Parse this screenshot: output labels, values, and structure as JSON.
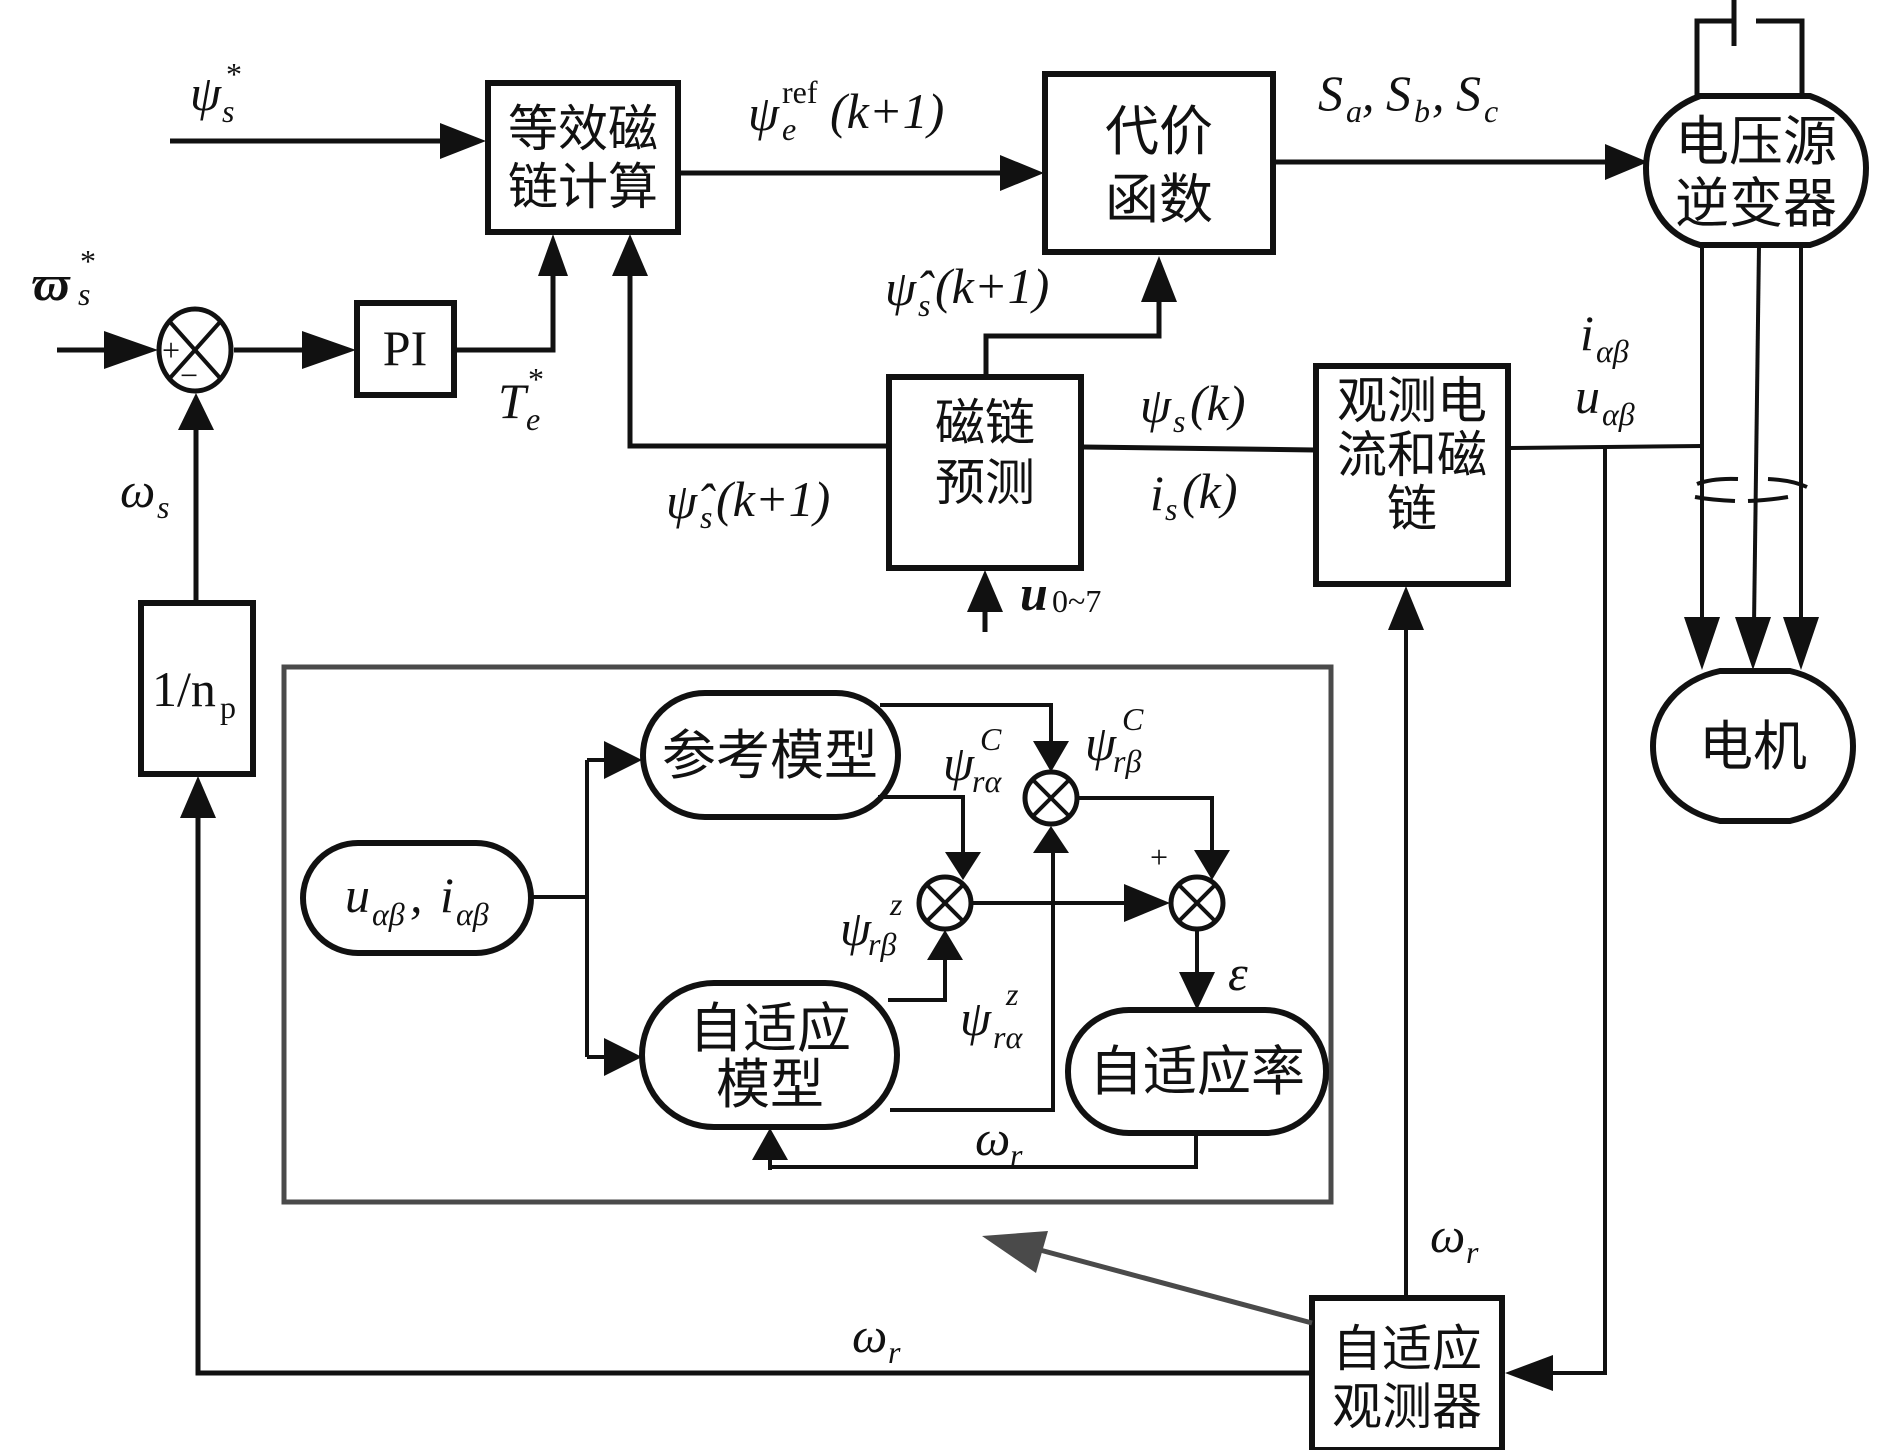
{
  "title": "Model predictive flux control with MRAS adaptive speed observer",
  "blocks": {
    "equiv_flux": [
      "等效磁",
      "链计算"
    ],
    "cost_function": [
      "代价",
      "函数"
    ],
    "inverter": [
      "电压源",
      "逆变器"
    ],
    "pi": "PI",
    "np": {
      "main": "1/n",
      "sub": "p"
    },
    "flux_predict": [
      "磁链",
      "预测"
    ],
    "observe_cur_flux": [
      "观测电",
      "流和磁",
      "链"
    ],
    "motor": "电机",
    "adaptive_observer": [
      "自适应",
      "观测器"
    ],
    "ref_model": "参考模型",
    "adaptive_model": [
      "自适应",
      "模型"
    ],
    "adaptive_law": "自适应率",
    "inputs_pill": {
      "u": "u",
      "u_sub": "αβ",
      "sep": ",",
      "i": "i",
      "i_sub": "αβ"
    }
  },
  "signals": {
    "psi_s_star": {
      "base": "ψ",
      "sub": "s",
      "sup": "*"
    },
    "omega_s_star": {
      "base": "ϖ",
      "sub": "s",
      "sup": "*"
    },
    "psi_e_ref": {
      "base": "ψ",
      "sub": "e",
      "sup": "ref",
      "arg": "(k+1)"
    },
    "switch_states": {
      "s1": "S",
      "a": "a",
      "s2": "S",
      "b": "b",
      "s3": "S",
      "c": "c",
      "sep": ","
    },
    "psi_hat_s_up": {
      "base": "ψ̂",
      "sub": "s",
      "arg": "(k+1)"
    },
    "psi_hat_s_left": {
      "base": "ψ̂",
      "sub": "s",
      "arg": "(k+1)"
    },
    "te_star": {
      "base": "T",
      "sub": "e",
      "sup": "*"
    },
    "omega_s": {
      "base": "ω",
      "sub": "s"
    },
    "psi_s_k": {
      "base": "ψ",
      "sub": "s",
      "arg": "(k)"
    },
    "i_s_k": {
      "base": "i",
      "sub": "s",
      "arg": "(k)"
    },
    "u_07": {
      "base": "u",
      "sub": "0~7"
    },
    "i_ab": {
      "base": "i",
      "sub": "αβ"
    },
    "u_ab": {
      "base": "u",
      "sub": "αβ"
    },
    "omega_r_obs": {
      "base": "ω",
      "sub": "r"
    },
    "omega_r_bottom": {
      "base": "ω",
      "sub": "r"
    },
    "omega_r_inner": {
      "base": "ω",
      "sub": "r"
    },
    "psi_ra_C": {
      "base": "ψ",
      "sub": "rα",
      "sup": "C"
    },
    "psi_rb_C": {
      "base": "ψ",
      "sub": "rβ",
      "sup": "C"
    },
    "psi_rb_z": {
      "base": "ψ",
      "sub": "rβ",
      "sup": "z"
    },
    "psi_ra_z": {
      "base": "ψ",
      "sub": "rα",
      "sup": "z"
    },
    "epsilon": "ε",
    "plus": "+",
    "sum_plus": "+",
    "sum_minus": "−"
  }
}
